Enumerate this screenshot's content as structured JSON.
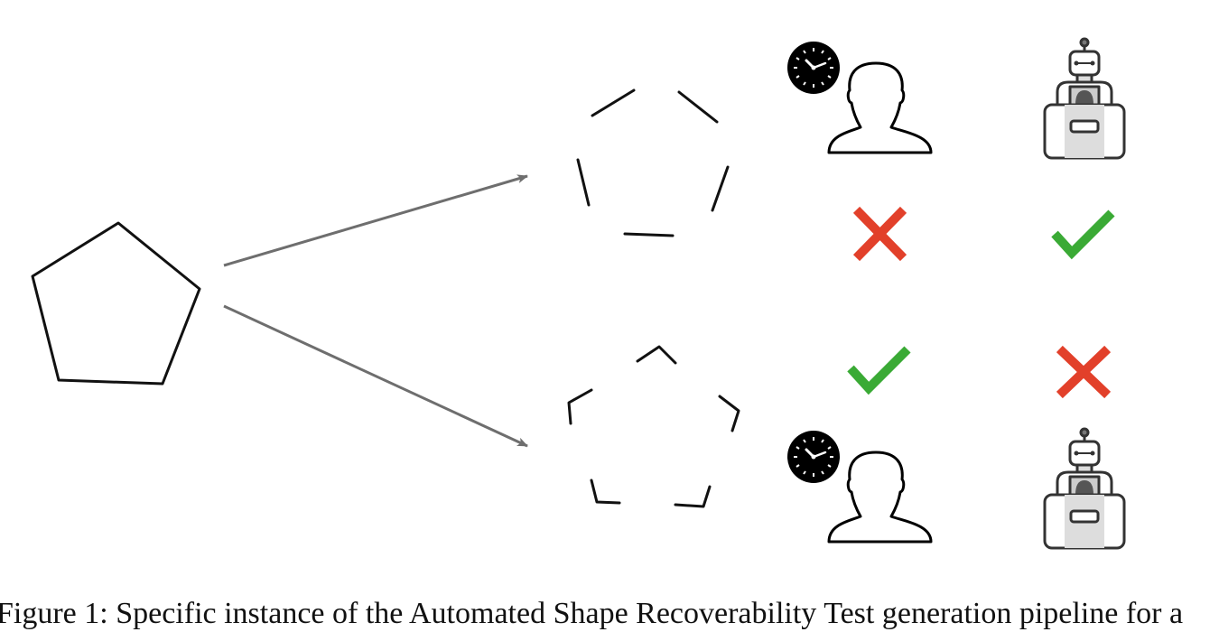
{
  "figure": {
    "caption": "Figure 1: Specific instance of the Automated Shape Recoverability Test generation pipeline for a",
    "source_shape": "pentagon",
    "variants": [
      {
        "name": "broken-edge-pentagon",
        "human_recognizes": false,
        "robot_recognizes": true
      },
      {
        "name": "corner-only-pentagon",
        "human_recognizes": true,
        "robot_recognizes": false
      }
    ],
    "icons": {
      "human": "human-silhouette-icon",
      "robot": "robot-icon",
      "clock": "clock-icon",
      "yes": "green-check-icon",
      "no": "red-cross-icon"
    },
    "colors": {
      "check": "#3aaa35",
      "cross": "#e2402a",
      "arrow": "#6e6e6e",
      "stroke": "#111111"
    }
  }
}
